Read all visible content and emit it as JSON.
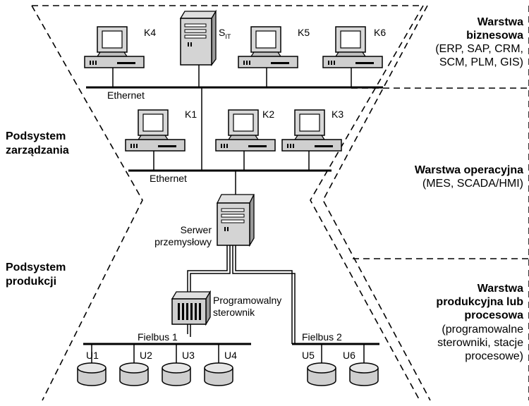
{
  "network": {
    "top_bus_label": "Ethernet",
    "mid_bus_label": "Ethernet",
    "fieldbus1_label": "Fielbus 1",
    "fieldbus2_label": "Fielbus 2"
  },
  "computers": {
    "k1": "K1",
    "k2": "K2",
    "k3": "K3",
    "k4": "K4",
    "k5": "K5",
    "k6": "K6"
  },
  "server_it": {
    "label_main": "S",
    "label_sub": "IT"
  },
  "industrial_server": {
    "line1": "Serwer",
    "line2": "przemysłowy"
  },
  "plc": {
    "line1": "Programowalny",
    "line2": "sterownik"
  },
  "devices": {
    "u1": "U1",
    "u2": "U2",
    "u3": "U3",
    "u4": "U4",
    "u5": "U5",
    "u6": "U6"
  },
  "subsystems": {
    "management": {
      "line1": "Podsystem",
      "line2": "zarządzania"
    },
    "production": {
      "line1": "Podsystem",
      "line2": "produkcji"
    }
  },
  "layers": {
    "business": {
      "line1": "Warstwa",
      "line2": "biznesowa",
      "line3": "(ERP, SAP, CRM,",
      "line4": "SCM, PLM, GIS)"
    },
    "operational": {
      "line1": "Warstwa operacyjna",
      "line2": "(MES, SCADA/HMI)"
    },
    "production": {
      "line1": "Warstwa",
      "line2": "produkcyjna lub",
      "line3": "procesowa",
      "line4": "(programowalne",
      "line5": "sterowniki, stacje",
      "line6": "procesowe)"
    }
  }
}
